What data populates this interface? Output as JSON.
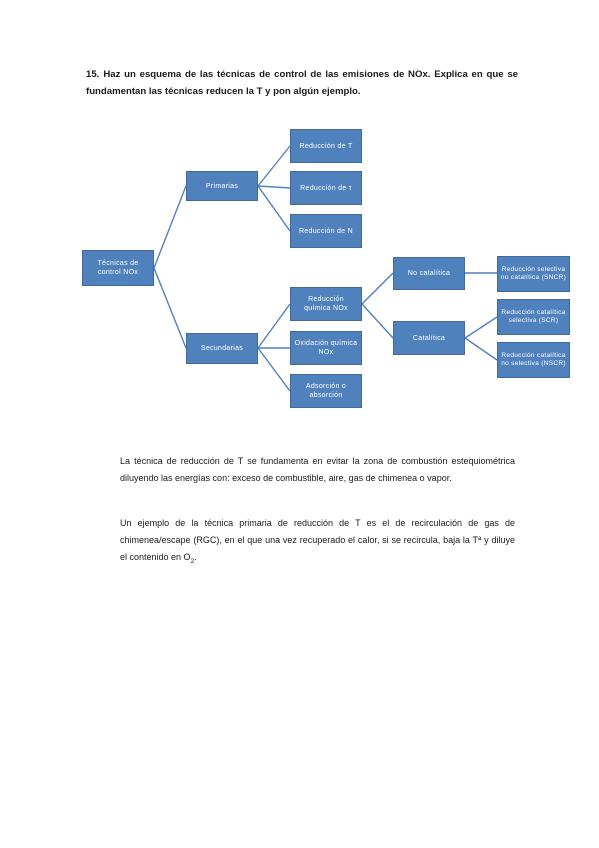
{
  "question": {
    "number": "15.",
    "text": "Haz un esquema de las técnicas de control de las emisiones de NOx.  Explica en que se fundamentan las técnicas reducen la T y pon algún ejemplo."
  },
  "diagram": {
    "root": "Técnicas de control NOx",
    "primarias": "Primarias",
    "secundarias": "Secundarias",
    "red_t": "Reducción de T",
    "red_tau": "Reducción de τ",
    "red_n": "Reducción de N",
    "red_quimica": "Reducción química NOx",
    "oxidacion": "Oxidación química NOx",
    "adsorcion": "Adsorción o absorción",
    "no_catalitica": "No catalítica",
    "catalitica": "Catalítica",
    "sncr": "Reducción selectiva no catalítica (SNCR)",
    "scr": "Reducción catalítica selectiva (SCR)",
    "nscr": "Reducción catalítica no selectiva (NSCR)"
  },
  "paragraph1": "La técnica de reducción de T se fundamenta en evitar la zona de combustión estequiométrica diluyendo las energías con: exceso de combustible, aire, gas de chimenea o vapor.",
  "paragraph2": {
    "text": "Un ejemplo de la técnica primaria de reducción de T es el de recirculación de gas de chimenea/escape (RGC), en el que una vez recuperado el calor, si se recircula, baja la Tª y diluye el contenido en O",
    "subscript": "2",
    "end": "."
  }
}
